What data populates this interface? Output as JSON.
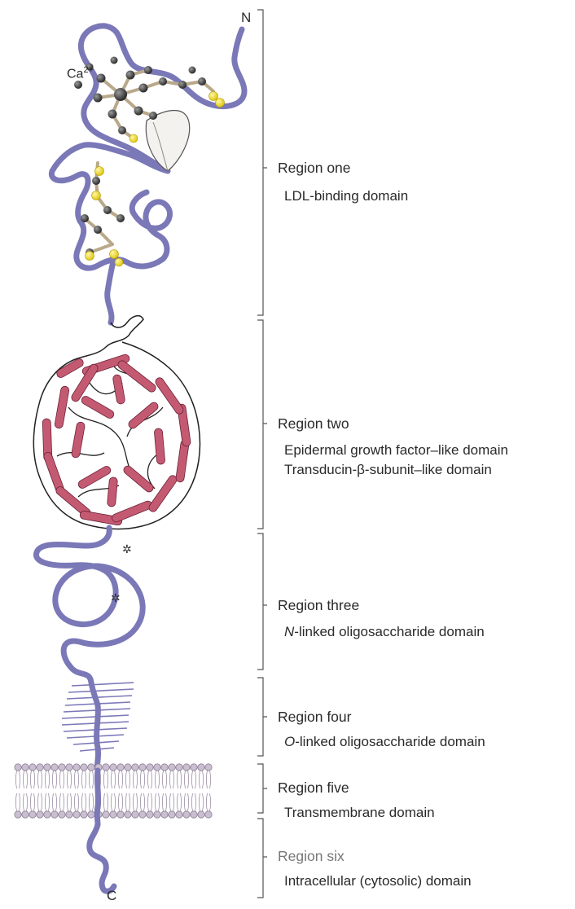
{
  "terminals": {
    "n": "N",
    "c": "C"
  },
  "ion": {
    "base": "Ca",
    "charge": "2+"
  },
  "regions": [
    {
      "title": "Region one",
      "desc": [
        "LDL-binding domain"
      ]
    },
    {
      "title": "Region two",
      "desc": [
        "Epidermal growth factor–like domain",
        "Transducin-β-subunit–like domain"
      ]
    },
    {
      "title": "Region three",
      "desc_italic": "N",
      "desc_rest": "-linked oligosaccharide domain"
    },
    {
      "title": "Region four",
      "desc_italic": "O",
      "desc_rest": "-linked oligosaccharide domain"
    },
    {
      "title": "Region five",
      "desc": [
        "Transmembrane domain"
      ]
    },
    {
      "title": "Region six",
      "desc": [
        "Intracellular (cytosolic) domain"
      ]
    }
  ],
  "colors": {
    "backbone": "#7b78b8",
    "beta_strand": "#c45a72",
    "atom": "#3a3a3a",
    "sulfur": "#f2e033",
    "membrane_head": "#c9bfd0",
    "bracket": "#555555",
    "label_text": "#2a2a2a",
    "region_six_title": "#777777"
  }
}
